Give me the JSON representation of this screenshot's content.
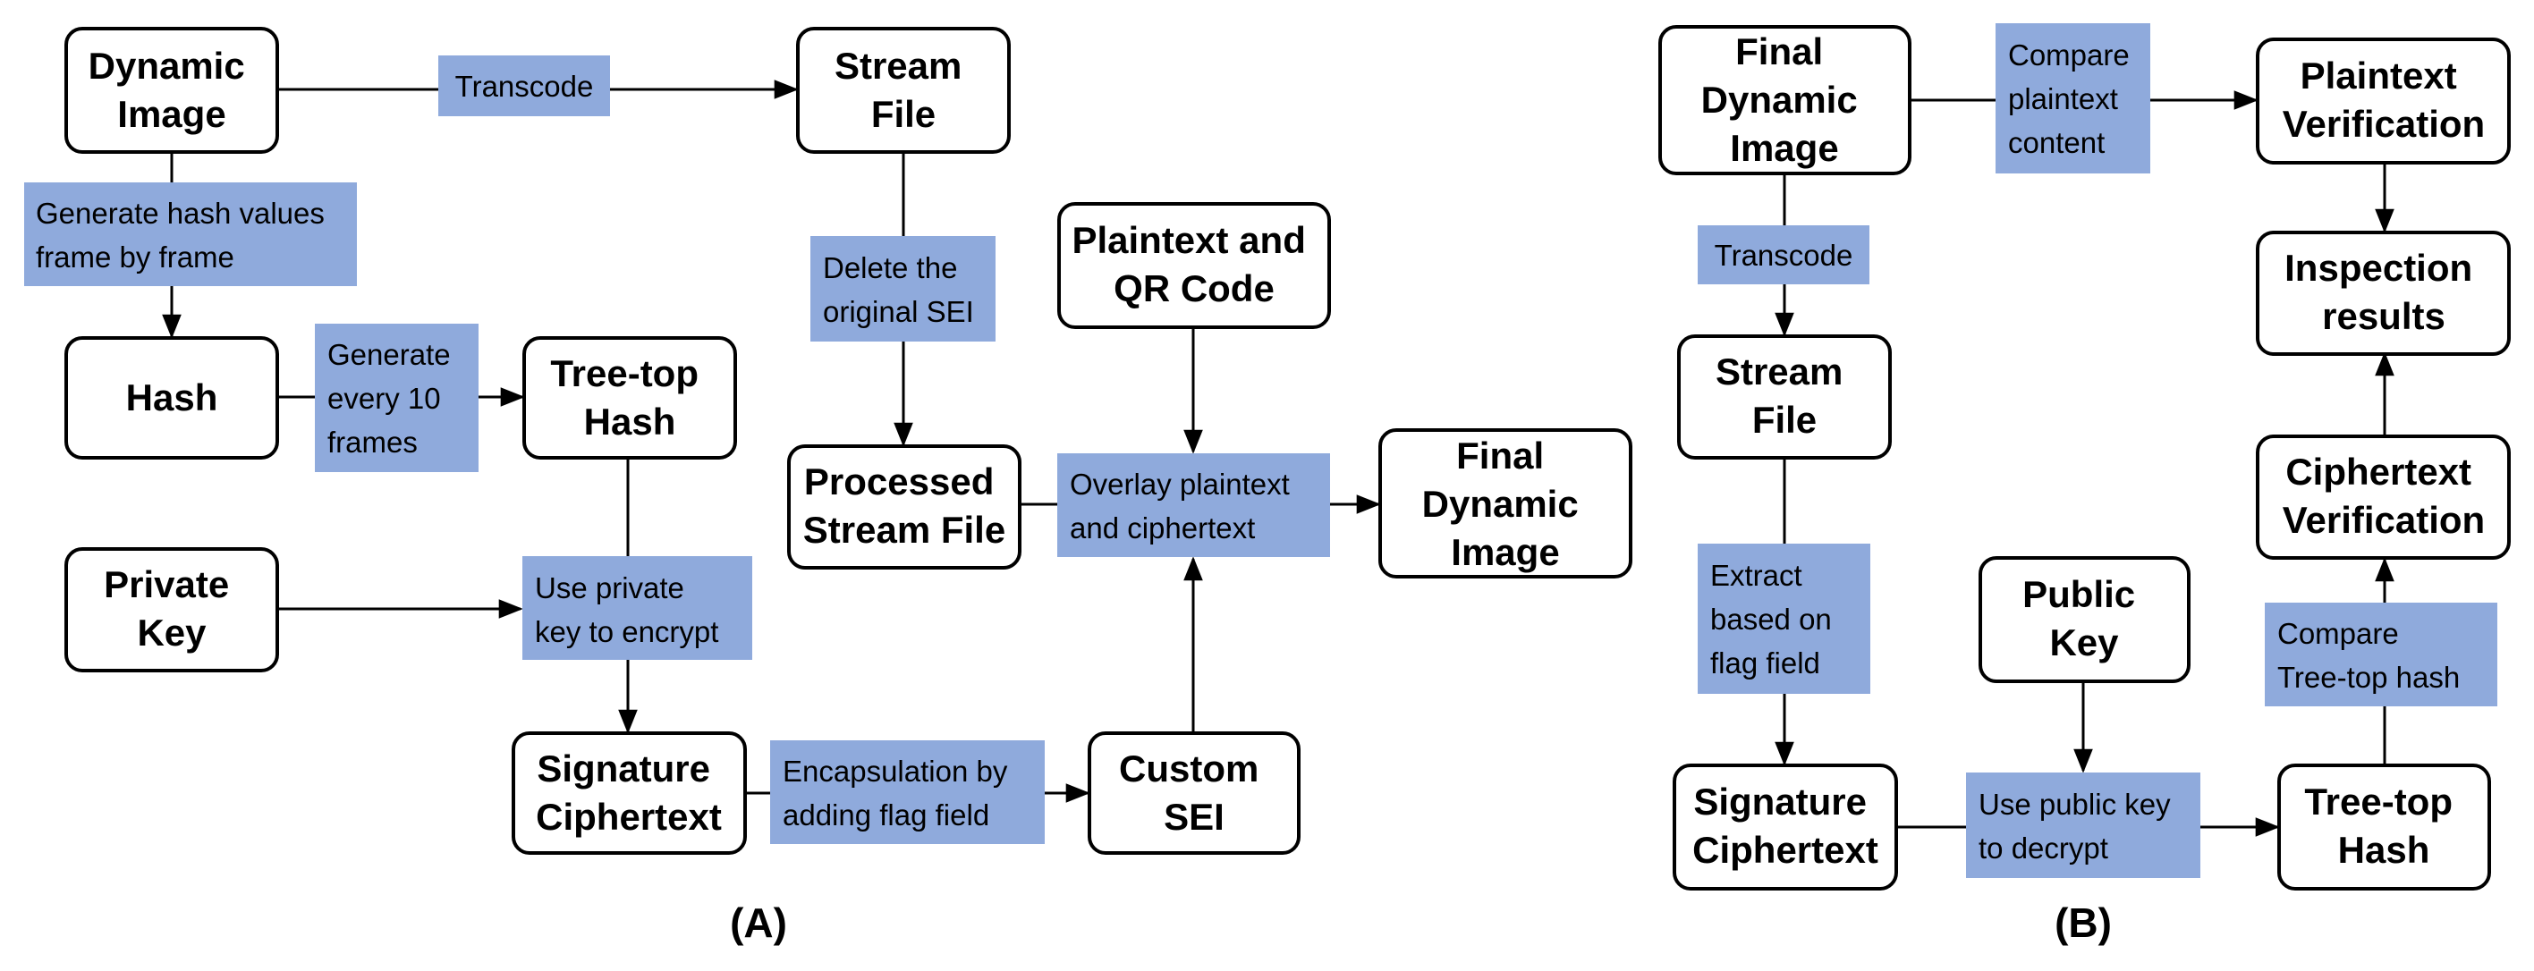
{
  "colors": {
    "label_fill": "#8faadc",
    "node_stroke": "#000000",
    "node_fill": "#ffffff",
    "plaintext_gray": "#404040"
  },
  "panel_a": {
    "caption": "(A)",
    "nodes": {
      "dynamic_image": [
        "Dynamic",
        "Image"
      ],
      "stream_file": [
        "Stream",
        "File"
      ],
      "hash": [
        "Hash"
      ],
      "tree_top_hash": [
        "Tree-top",
        "Hash"
      ],
      "private_key": [
        "Private",
        "Key"
      ],
      "signature_ciphertext": [
        "Signature",
        "Ciphertext"
      ],
      "plaintext_qr": [
        "Plaintext and",
        "QR Code"
      ],
      "processed_stream": [
        "Processed",
        "Stream File"
      ],
      "final_dynamic_image": [
        "Final",
        "Dynamic",
        "Image"
      ],
      "custom_sei": [
        "Custom",
        "SEI"
      ]
    },
    "labels": {
      "transcode": [
        "Transcode"
      ],
      "generate_hash": [
        "Generate hash values",
        "frame by frame"
      ],
      "every_10": [
        "Generate",
        "every 10",
        "frames"
      ],
      "delete_sei": [
        "Delete the",
        "original SEI"
      ],
      "encrypt": [
        "Use private",
        "key to encrypt"
      ],
      "overlay": [
        "Overlay plaintext",
        "and ciphertext"
      ],
      "encapsulation": [
        "Encapsulation by",
        "adding flag field"
      ]
    }
  },
  "panel_b": {
    "caption": "(B)",
    "nodes": {
      "final_dynamic_image": [
        "Final",
        "Dynamic",
        "Image"
      ],
      "plaintext_verification": [
        "Plaintext",
        "Verification"
      ],
      "inspection_results": [
        "Inspection",
        "results"
      ],
      "stream_file": [
        "Stream",
        "File"
      ],
      "ciphertext_verification": [
        "Ciphertext",
        "Verification"
      ],
      "public_key": [
        "Public",
        "Key"
      ],
      "signature_ciphertext": [
        "Signature",
        "Ciphertext"
      ],
      "tree_top_hash": [
        "Tree-top",
        "Hash"
      ]
    },
    "labels": {
      "compare_plaintext": [
        "Compare",
        "plaintext",
        "content"
      ],
      "transcode": [
        "Transcode"
      ],
      "extract": [
        "Extract",
        "based on",
        "flag field"
      ],
      "compare_tree": [
        "Compare",
        "Tree-top hash"
      ],
      "decrypt": [
        "Use public key",
        "to decrypt"
      ]
    }
  }
}
